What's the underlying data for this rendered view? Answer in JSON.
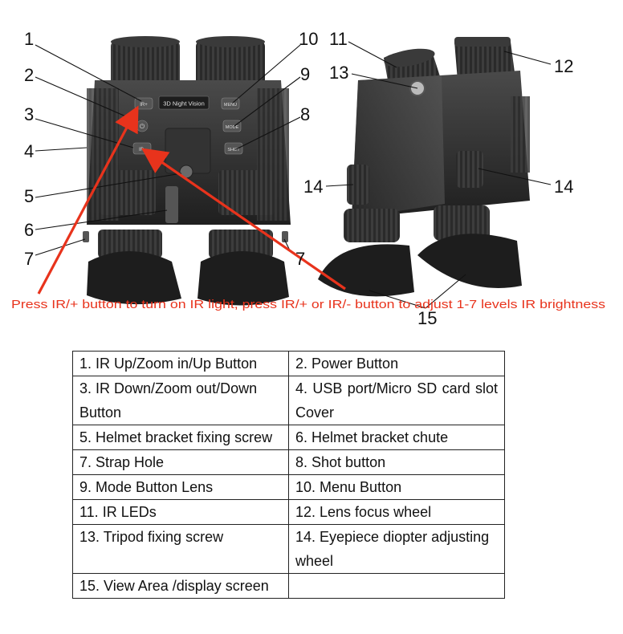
{
  "callouts": {
    "n1": "1",
    "n2": "2",
    "n3": "3",
    "n4": "4",
    "n5": "5",
    "n6": "6",
    "n7a": "7",
    "n7b": "7",
    "n8": "8",
    "n9": "9",
    "n10": "10",
    "n11": "11",
    "n12": "12",
    "n13": "13",
    "n14a": "14",
    "n14b": "14",
    "n15": "15"
  },
  "device": {
    "brand_label": "3D Night Vision",
    "btn_top_left": "IR+",
    "btn_bottom_left": "IR-",
    "btn_top_right": "MENU",
    "btn_mid_right": "MODE",
    "btn_bottom_right": "SHOT"
  },
  "instruction": "Press IR/+ button to turn on IR light,  press IR/+ or IR/- button to adjust 1-7 levels IR brightness",
  "colors": {
    "annotation": "#e8331c",
    "body": "#2c2c2c",
    "table_border": "#222222"
  },
  "legend": {
    "rows": [
      [
        "1.  IR Up/Zoom in/Up Button",
        "2.  Power Button"
      ],
      [
        "3.  IR Down/Zoom out/Down Button",
        "4.  USB port/Micro SD card slot Cover"
      ],
      [
        "5.  Helmet bracket fixing screw",
        "6.  Helmet bracket chute"
      ],
      [
        "7.  Strap Hole",
        "8.  Shot button"
      ],
      [
        "9.  Mode Button Lens",
        "10.  Menu Button"
      ],
      [
        "11.  IR LEDs",
        "12.  Lens focus wheel"
      ],
      [
        "13.  Tripod fixing screw",
        "14.  Eyepiece diopter adjusting wheel"
      ],
      [
        "15.  View Area /display screen",
        ""
      ]
    ]
  }
}
